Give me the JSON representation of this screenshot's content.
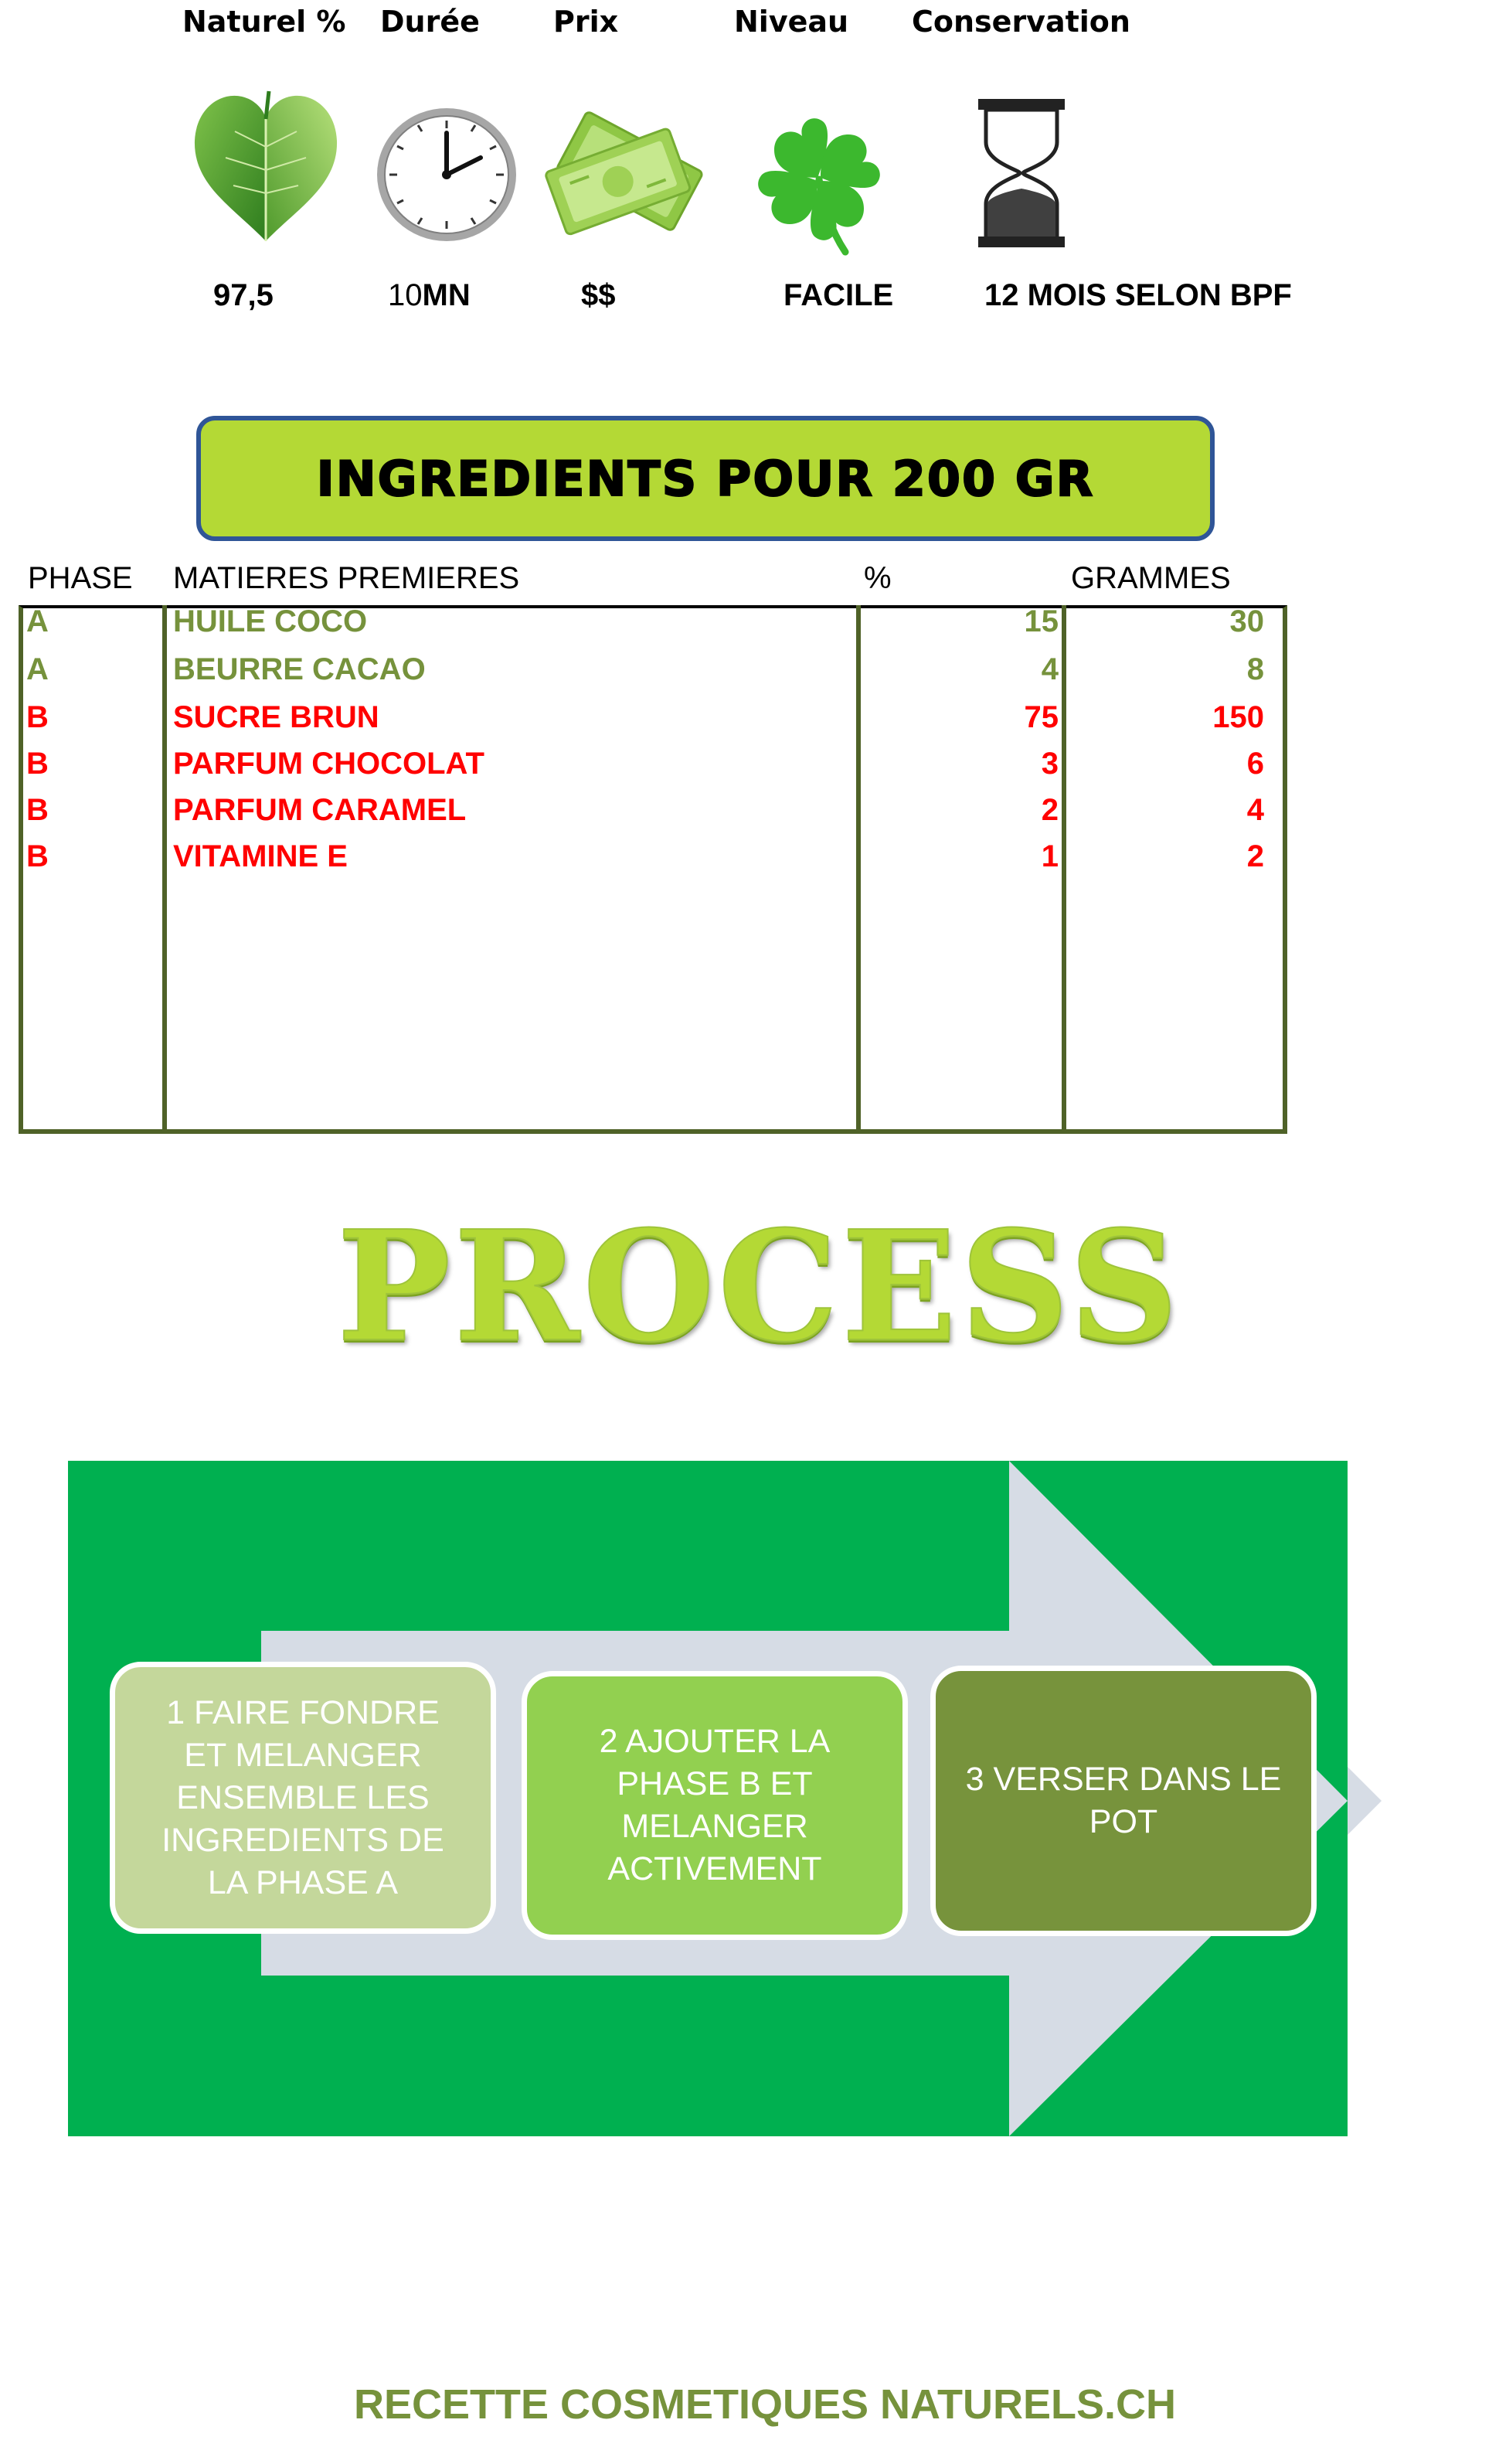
{
  "metrics": {
    "naturel": {
      "label": "Naturel %",
      "value": "97,5"
    },
    "duree": {
      "label": "Durée",
      "value_num": "10",
      "value_unit": "MN"
    },
    "prix": {
      "label": "Prix",
      "value": "$$"
    },
    "niveau": {
      "label": "Niveau",
      "value": "FACILE"
    },
    "conservation": {
      "label": "Conservation",
      "value": "12 MOIS SELON BPF"
    }
  },
  "icons": {
    "naturel": "leaf-heart-icon",
    "duree": "clock-icon",
    "prix": "banknotes-icon",
    "niveau": "four-leaf-clover-icon",
    "conservation": "hourglass-icon"
  },
  "ingredients": {
    "title": "INGREDIENTS POUR 200 GR",
    "headers": {
      "phase": "PHASE",
      "matiere": "MATIERES PREMIERES",
      "percent": "%",
      "grammes": "GRAMMES"
    },
    "rows": [
      {
        "phase": "A",
        "matiere": "HUILE COCO",
        "percent": "15",
        "grammes": "30"
      },
      {
        "phase": "A",
        "matiere": "BEURRE CACAO",
        "percent": "4",
        "grammes": "8"
      },
      {
        "phase": "B",
        "matiere": "SUCRE BRUN",
        "percent": "75",
        "grammes": "150"
      },
      {
        "phase": "B",
        "matiere": "PARFUM CHOCOLAT",
        "percent": "3",
        "grammes": "6"
      },
      {
        "phase": "B",
        "matiere": "PARFUM CARAMEL",
        "percent": "2",
        "grammes": "4"
      },
      {
        "phase": "B",
        "matiere": "VITAMINE E",
        "percent": "1",
        "grammes": "2"
      }
    ]
  },
  "process": {
    "title": "PROCESS",
    "steps": [
      "1 FAIRE FONDRE ET MELANGER ENSEMBLE LES INGREDIENTS DE LA PHASE A",
      "2 AJOUTER LA PHASE B ET MELANGER ACTIVEMENT",
      "3 VERSER DANS LE POT"
    ]
  },
  "colors": {
    "phase_a": "#76923c",
    "phase_b": "#ff0000",
    "banner": "#b4d935",
    "banner_border": "#2f5597",
    "diagram_bg": "#00b050",
    "arrow": "#d6dce5",
    "step_1": "#c4d79b",
    "step_2": "#92d050",
    "step_3": "#77933c",
    "footer": "#76923c"
  },
  "footer": {
    "text": "RECETTE COSMETIQUES NATURELS.CH"
  }
}
